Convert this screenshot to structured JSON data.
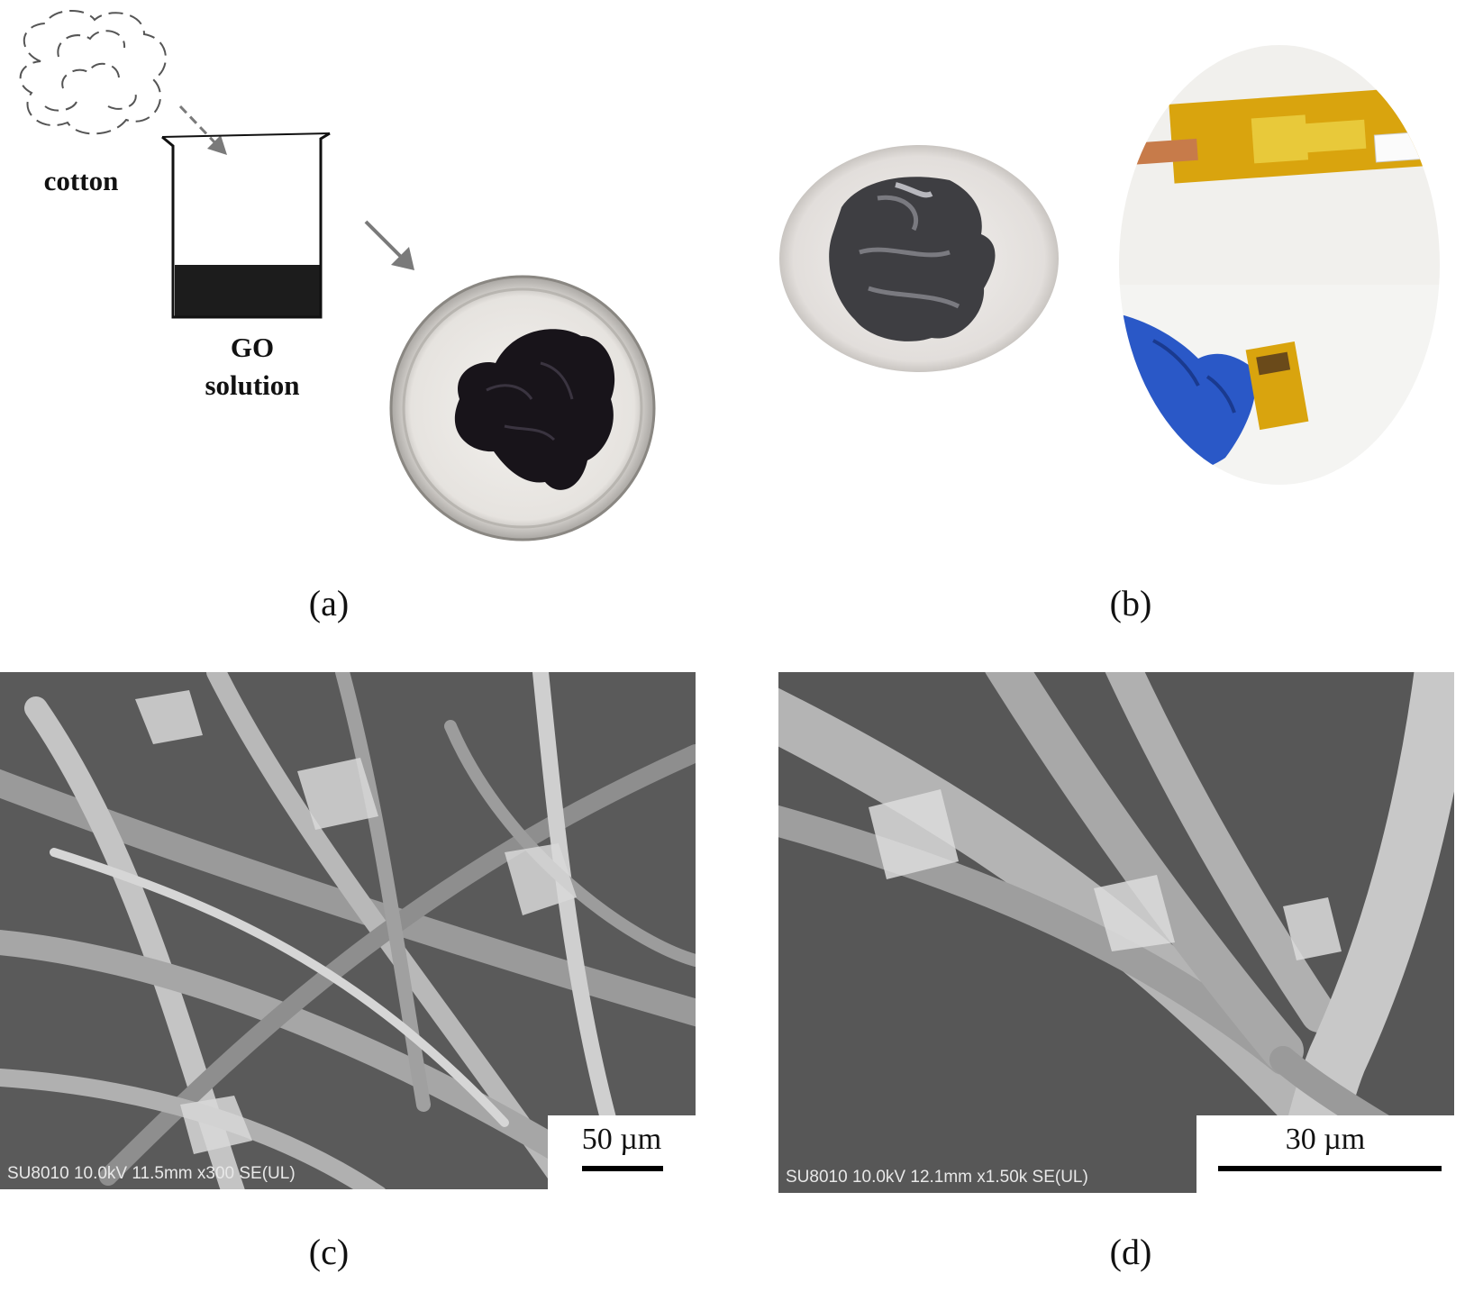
{
  "panel_a": {
    "label": "(a)",
    "cotton_label": "cotton",
    "beaker_label_line1": "GO",
    "beaker_label_line2": "solution"
  },
  "panel_b": {
    "label": "(b)"
  },
  "panel_c": {
    "label": "(c)",
    "scale_text": "50 µm",
    "sem_meta": "SU8010 10.0kV 11.5mm x300 SE(UL)"
  },
  "panel_d": {
    "label": "(d)",
    "scale_text": "30 µm",
    "sem_meta": "SU8010 10.0kV 12.1mm x1.50k SE(UL)"
  },
  "colors": {
    "arrow": "#7a7a7a",
    "go_solution": "#1c1c1c",
    "kapton": "#d9a40e",
    "glove": "#2a58c7",
    "sem_bg": "#555555"
  }
}
